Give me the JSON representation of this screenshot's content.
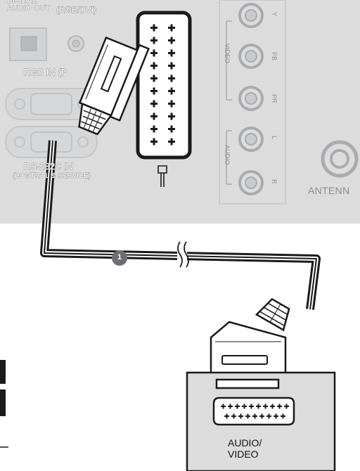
{
  "panel": {
    "digital_audio_out": "DIGITAL\nAUDIO OUT",
    "rgb_dvi": "(RGB/DVI)",
    "rgb_in": "RGB IN (P",
    "rs232c_in": "RS-232C IN",
    "control_service": "(CONTROL & SERVICE)",
    "video_group": "VIDEO",
    "audio_group": "AUDIO",
    "jack_y": "Y",
    "jack_pb": "PB",
    "jack_pr": "PR",
    "jack_l": "L",
    "jack_r": "R",
    "antenna": "ANTENN"
  },
  "cable": {
    "step_number": "1"
  },
  "device": {
    "label": "AUDIO/\nVIDEO"
  },
  "colors": {
    "panel_bg": "#dcdcdc",
    "device_bg": "#dcdcdc",
    "outline": "#1a1a1a",
    "panel_text": "#8b8d91",
    "badge": "#6d6e71",
    "white": "#ffffff"
  }
}
